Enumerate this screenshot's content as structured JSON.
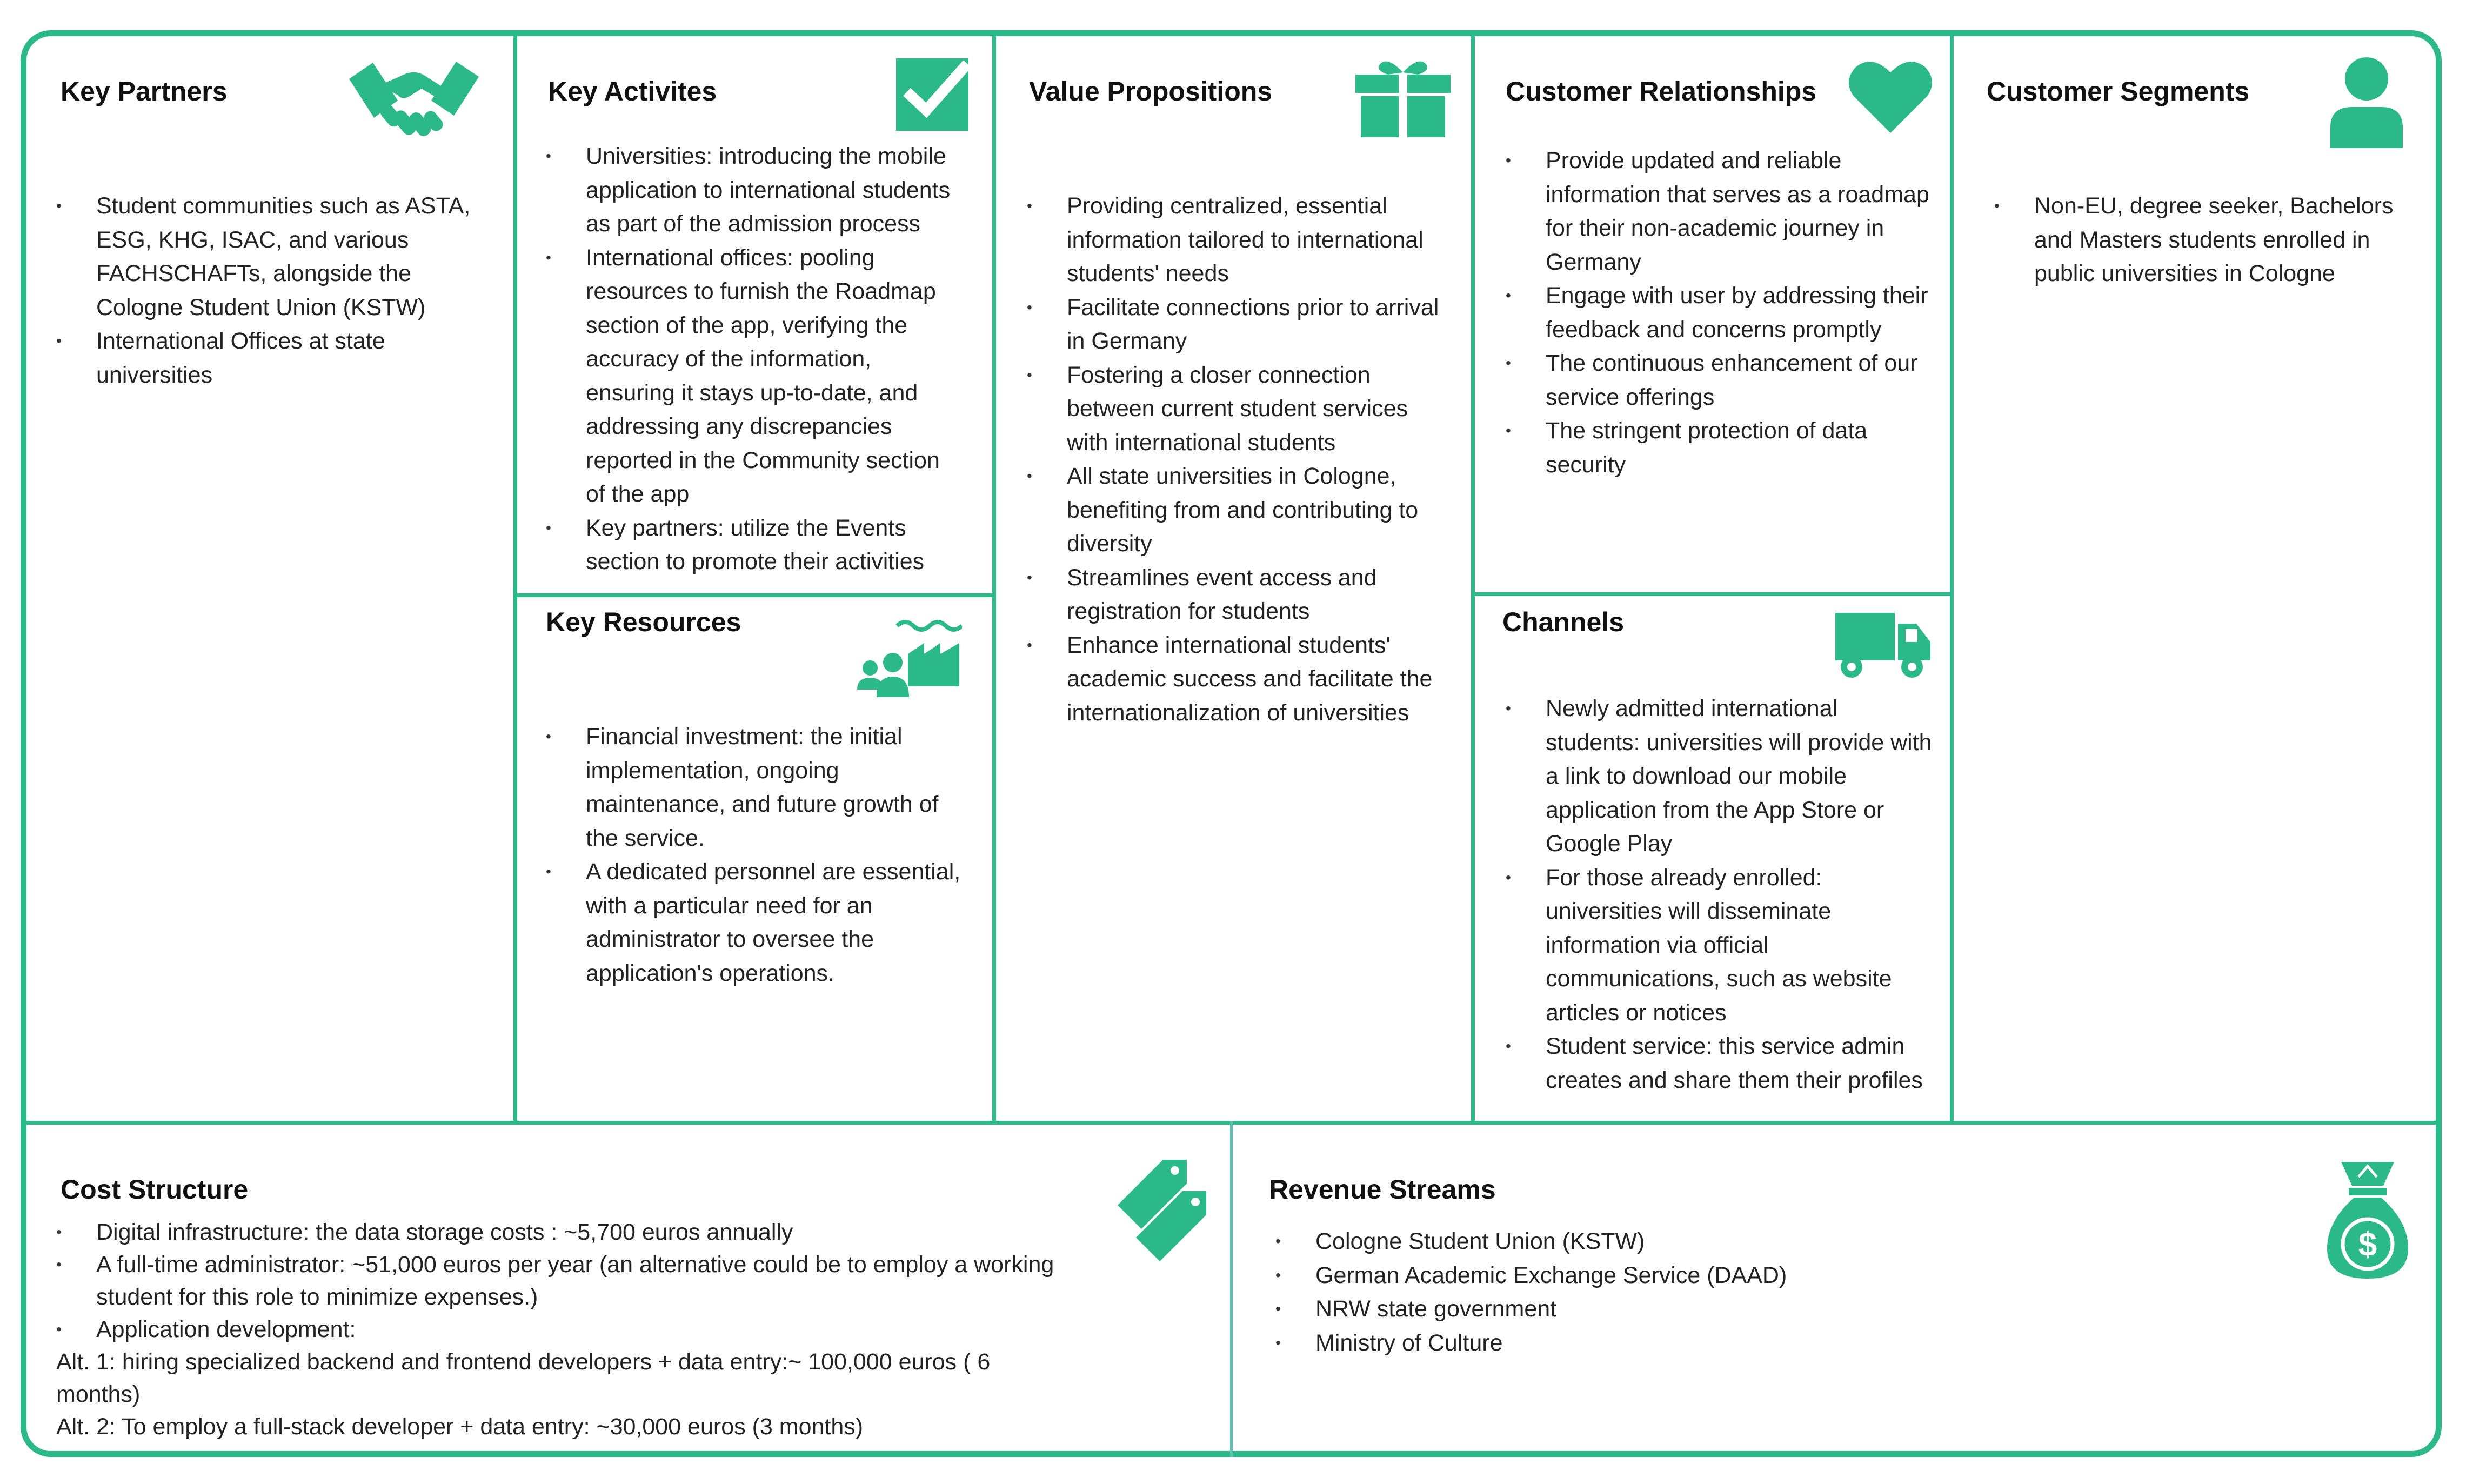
{
  "colors": {
    "accent": "#2bb98a",
    "text": "#222222"
  },
  "key_partners": {
    "title": "Key Partners",
    "icon": "handshake-icon",
    "items": [
      "Student communities such as ASTA, ESG, KHG, ISAC, and various FACHSCHAFTs, alongside the Cologne Student Union (KSTW)",
      "International Offices at state universities"
    ]
  },
  "key_activities": {
    "title": "Key Activites",
    "icon": "checkbox-icon",
    "items": [
      "Universities: introducing the mobile application to international students as part of the admission process",
      "International offices: pooling resources to furnish the Roadmap section of the app, verifying the accuracy of the information, ensuring it stays up-to-date, and addressing any discrepancies reported in the Community section of the app",
      "Key partners: utilize the Events section to promote their activities"
    ]
  },
  "key_resources": {
    "title": "Key Resources",
    "icon": "people-factory-icon",
    "items": [
      "Financial investment: the initial implementation, ongoing maintenance, and future growth of the service.",
      "A dedicated personnel are essential, with a particular need for an administrator to oversee the application's operations."
    ]
  },
  "value_propositions": {
    "title": "Value Propositions",
    "icon": "gift-icon",
    "items": [
      "Providing centralized, essential information tailored to international students' needs",
      "Facilitate connections prior to arrival in Germany",
      "Fostering a closer connection between current student services with international students",
      "All state universities in Cologne, benefiting from and contributing to diversity",
      "Streamlines event access and registration for students",
      "Enhance international students' academic success and facilitate the internationalization of universities"
    ]
  },
  "customer_relationships": {
    "title": "Customer Relationships",
    "icon": "heart-icon",
    "items": [
      "Provide updated and reliable information that serves as a roadmap for their non-academic journey in Germany",
      "Engage with user by addressing their feedback and concerns promptly",
      "The continuous enhancement of our service offerings",
      "The stringent protection of data security"
    ]
  },
  "channels": {
    "title": "Channels",
    "icon": "truck-icon",
    "items": [
      "Newly admitted international students: universities will provide with a link to download our mobile application from the App Store or Google Play",
      "For those already enrolled: universities will disseminate information via official communications, such as website articles or notices",
      "Student service: this service admin creates and share them their profiles"
    ]
  },
  "customer_segments": {
    "title": "Customer Segments",
    "icon": "person-icon",
    "items": [
      "Non-EU, degree seeker, Bachelors and Masters students enrolled in public universities in Cologne"
    ]
  },
  "cost_structure": {
    "title": "Cost Structure",
    "icon": "price-tag-icon",
    "items": [
      "Digital infrastructure: the data storage costs : ~5,700 euros annually",
      "A full-time administrator: ~51,000 euros per year (an alternative could be to employ a working student for this role to minimize expenses.)",
      "Application development:"
    ],
    "alt1": "Alt. 1: hiring specialized backend and frontend developers + data entry:~ 100,000 euros ( 6 months)",
    "alt2": "Alt. 2: To employ a full-stack developer + data entry: ~30,000 euros (3 months)"
  },
  "revenue_streams": {
    "title": "Revenue Streams",
    "icon": "money-bag-icon",
    "items": [
      "Cologne Student Union (KSTW)",
      "German Academic Exchange Service (DAAD)",
      "NRW state government",
      "Ministry of Culture"
    ]
  }
}
